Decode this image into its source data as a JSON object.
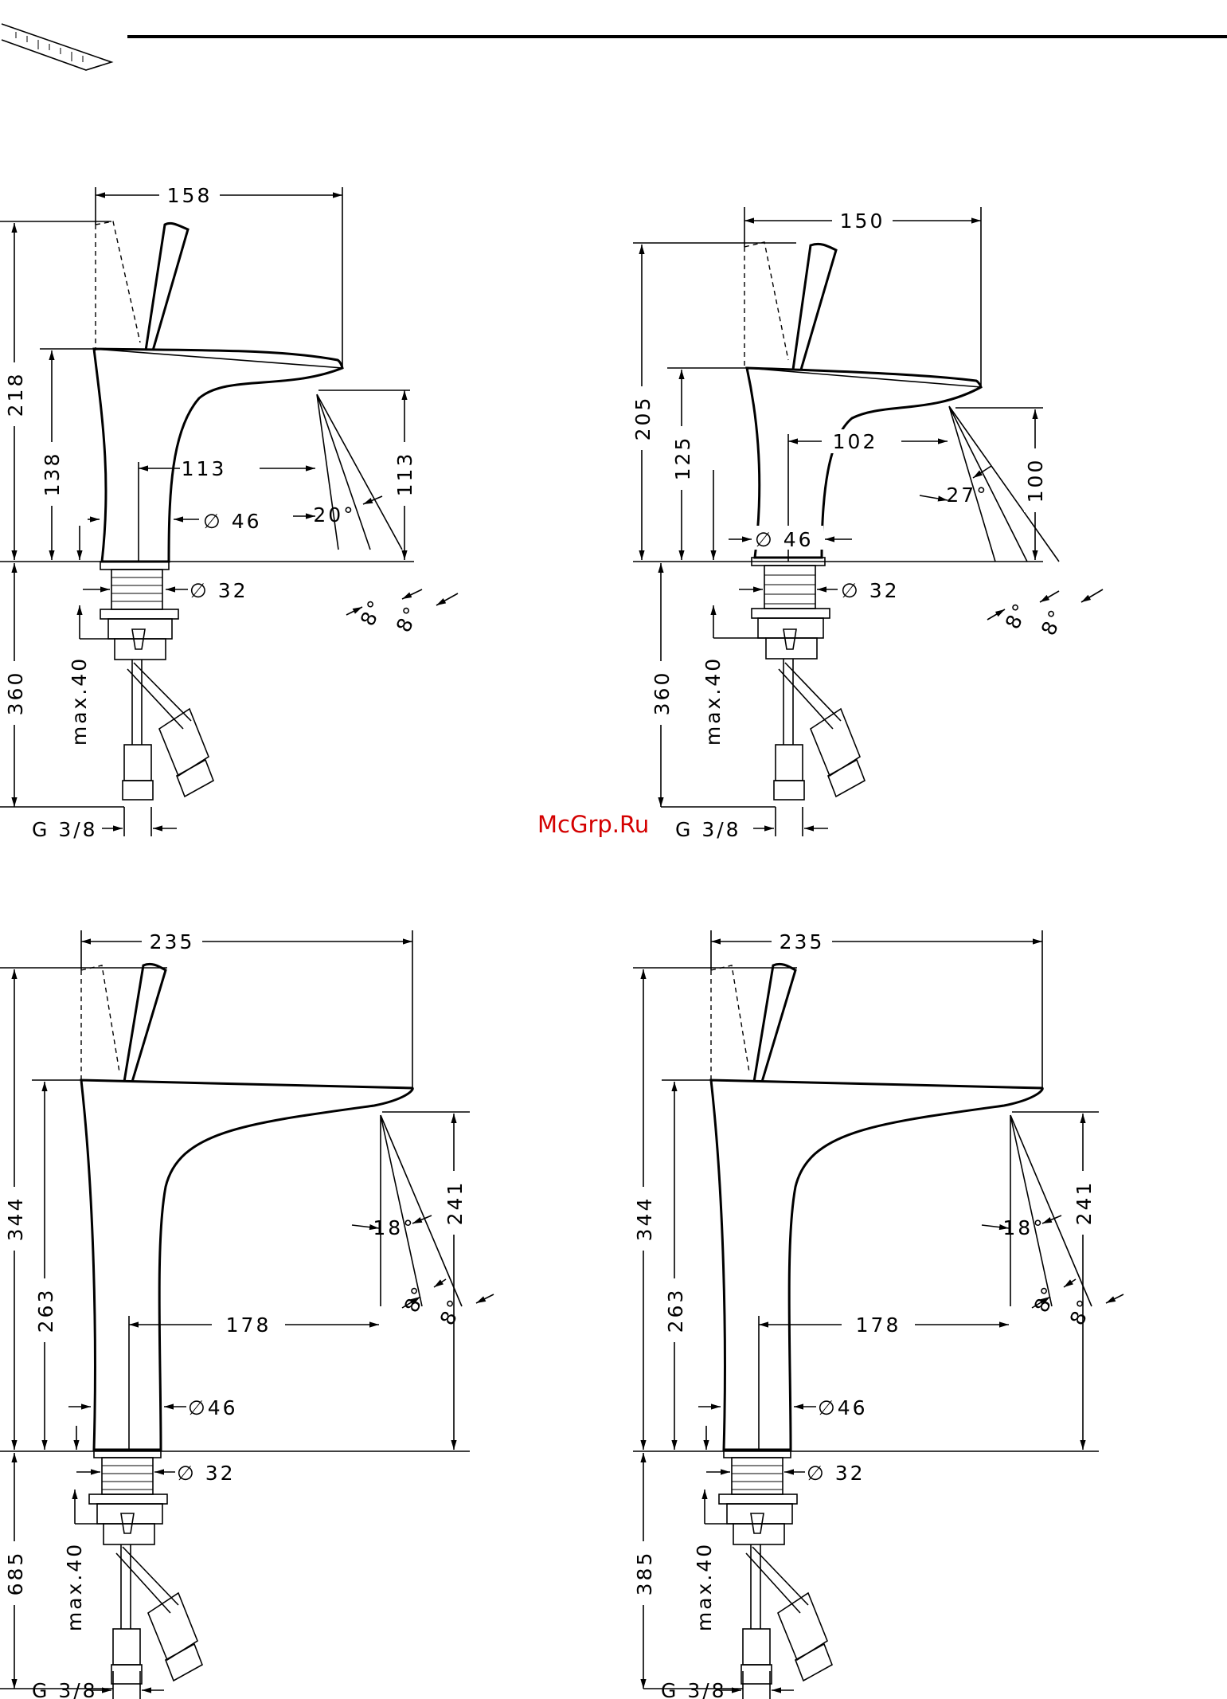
{
  "watermark": "McGrp.Ru",
  "icons": {
    "header": "ruler-icon"
  },
  "drawings": [
    {
      "width": "158",
      "height_total": "218",
      "height_body": "138",
      "reach": "113",
      "spout_height": "113",
      "diameter_body": "∅ 46",
      "diameter_thread": "∅ 32",
      "spray_angle": "20°",
      "angle_a": "8°",
      "angle_b": "8°",
      "below_height": "360",
      "max": "max.40",
      "connection": "G 3/8"
    },
    {
      "width": "150",
      "height_total": "205",
      "height_body": "125",
      "reach": "102",
      "spout_height": "100",
      "diameter_body": "∅ 46",
      "diameter_thread": "∅ 32",
      "spray_angle": "27°",
      "angle_a": "8°",
      "angle_b": "8°",
      "below_height": "360",
      "max": "max.40",
      "connection": "G 3/8"
    },
    {
      "width": "235",
      "height_total": "344",
      "height_body": "263",
      "reach": "178",
      "spout_height": "241",
      "diameter_body": "∅46",
      "diameter_thread": "∅ 32",
      "spray_angle": "18°",
      "angle_a": "8°",
      "angle_b": "8°",
      "below_height": "685",
      "max": "max.40",
      "connection": "G 3/8"
    },
    {
      "width": "235",
      "height_total": "344",
      "height_body": "263",
      "reach": "178",
      "spout_height": "241",
      "diameter_body": "∅46",
      "diameter_thread": "∅ 32",
      "spray_angle": "18°",
      "angle_a": "8°",
      "angle_b": "8°",
      "below_height": "385",
      "max": "max.40",
      "connection": "G 3/8"
    }
  ]
}
